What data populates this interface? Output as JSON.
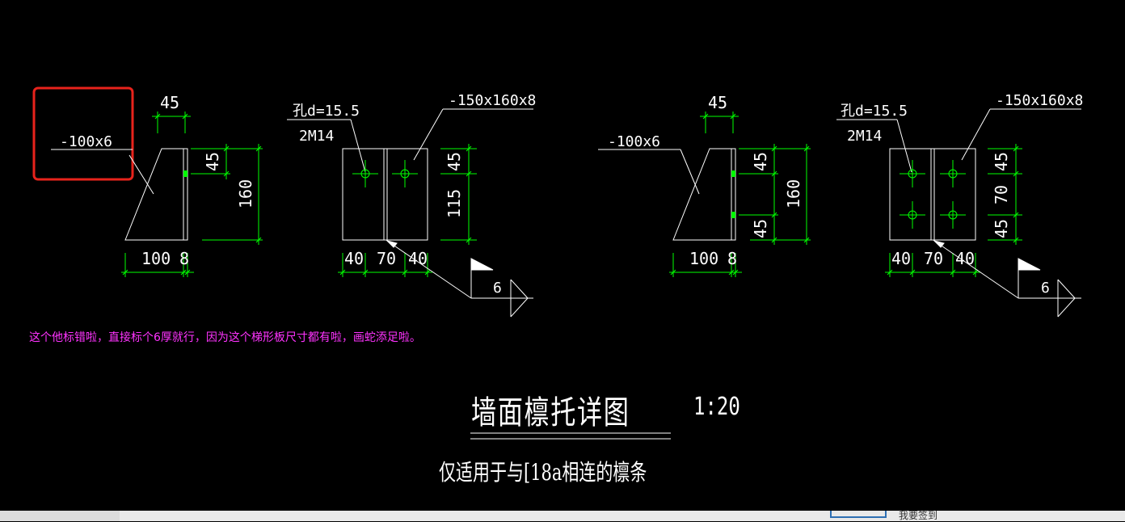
{
  "drawing": {
    "left_detail": {
      "plate_label": "-100x6",
      "top_dim": "45",
      "right_top_dim": "45",
      "right_total_dim": "160",
      "bottom_dim_a": "100",
      "bottom_dim_b": "8"
    },
    "middle_left_detail": {
      "hole_label": "孔d=15.5",
      "bolt_label": "2M14",
      "plate_label": "-150x160x8",
      "right_dim_a": "45",
      "right_dim_b": "115",
      "bottom_dim_a": "40",
      "bottom_dim_b": "70",
      "bottom_dim_c": "40",
      "weld_size": "6"
    },
    "middle_right_detail": {
      "plate_label": "-100x6",
      "top_dim": "45",
      "right_dim_a": "45",
      "right_dim_b": "45",
      "right_total_dim": "160",
      "bottom_dim_a": "100",
      "bottom_dim_b": "8"
    },
    "right_detail": {
      "hole_label": "孔d=15.5",
      "bolt_label": "2M14",
      "plate_label": "-150x160x8",
      "right_dim_a": "45",
      "right_dim_b": "70",
      "right_dim_c": "45",
      "bottom_dim_a": "40",
      "bottom_dim_b": "70",
      "bottom_dim_c": "40",
      "weld_size": "6"
    }
  },
  "annotation": "这个他标错啦，直接标个6厚就行，因为这个梯形板尺寸都有啦，画蛇添足啦。",
  "title": "墙面檩托详图",
  "scale": "1:20",
  "subtitle": "仅适用于与[18a相连的檩条",
  "bottom_bar": {
    "label": "我要签到"
  },
  "colors": {
    "background": "#000000",
    "lines": "#ffffff",
    "dimensions": "#00ff00",
    "highlight_box": "#e8231c",
    "annotation": "#ff33ff"
  }
}
